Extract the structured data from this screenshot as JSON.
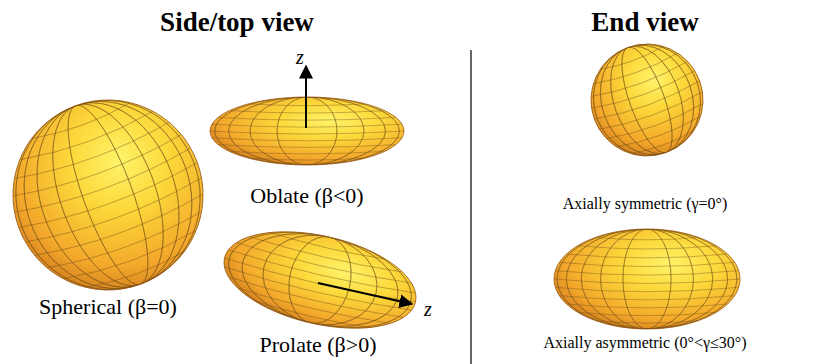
{
  "diagram": {
    "labels": [
      "Side/top view",
      "End view",
      "Spherical (β=0)",
      "z",
      "Oblate (β<0)",
      "z",
      "Prolate (β>0)",
      "Axially symmetric (γ=0°)",
      "Axially asymmetric (0°<γ≤30°)"
    ]
  }
}
